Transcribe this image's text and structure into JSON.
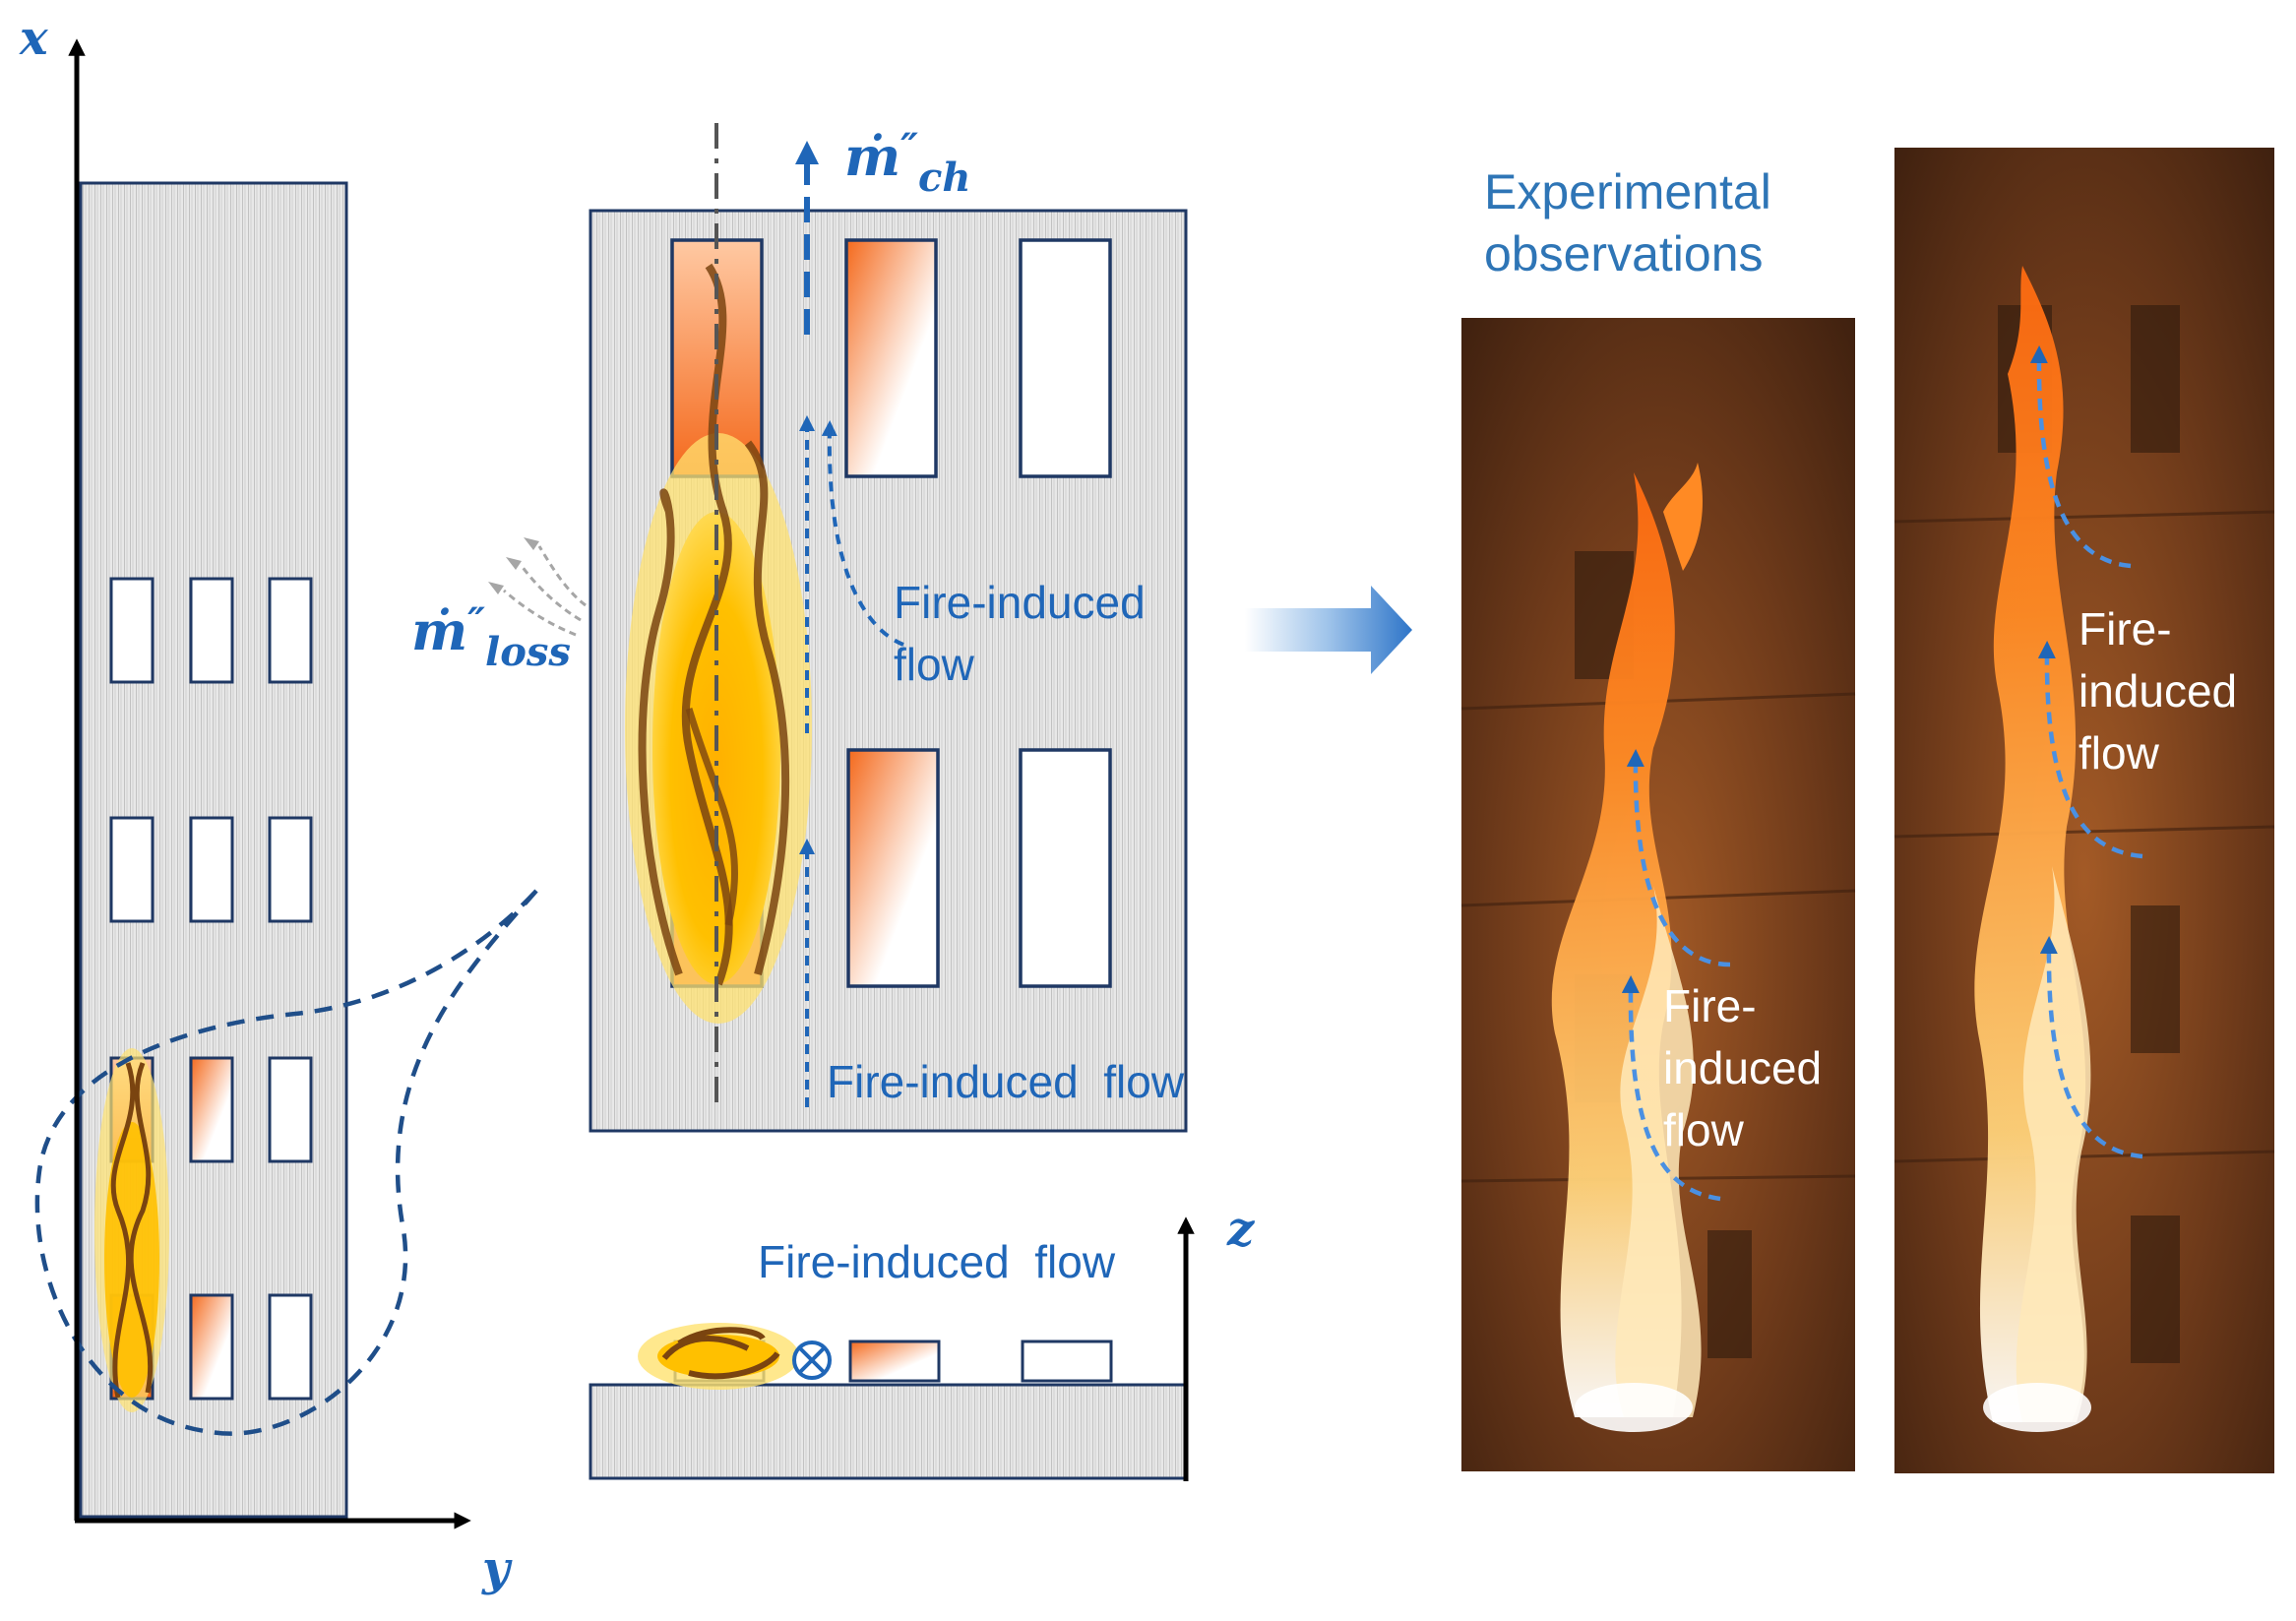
{
  "axes": {
    "left_vertical": "x",
    "left_horizontal": "y",
    "side_vertical": "z"
  },
  "symbols": {
    "mass_flux_channel": {
      "base": "ṁ",
      "prime": "″",
      "sub": "ch"
    },
    "mass_flux_loss": {
      "base": "ṁ",
      "prime": "″",
      "sub": "loss"
    }
  },
  "labels": {
    "flow_upper": [
      "Fire-induced",
      "flow"
    ],
    "flow_lower": "Fire-induced  flow",
    "flow_side": "Fire-induced  flow",
    "experimental": [
      "Experimental",
      "observations"
    ],
    "photo1_flow": [
      "Fire-",
      "induced",
      "flow"
    ],
    "photo2_flow": [
      "Fire-",
      "induced",
      "flow"
    ]
  },
  "colors": {
    "accent_blue": "#1f66b8",
    "outline_navy": "#1f3864",
    "flame_yellow": "#ffc000",
    "flame_orange": "#f4691c",
    "flame_brown": "#7a4410",
    "hatch": "#d9d9d9"
  }
}
